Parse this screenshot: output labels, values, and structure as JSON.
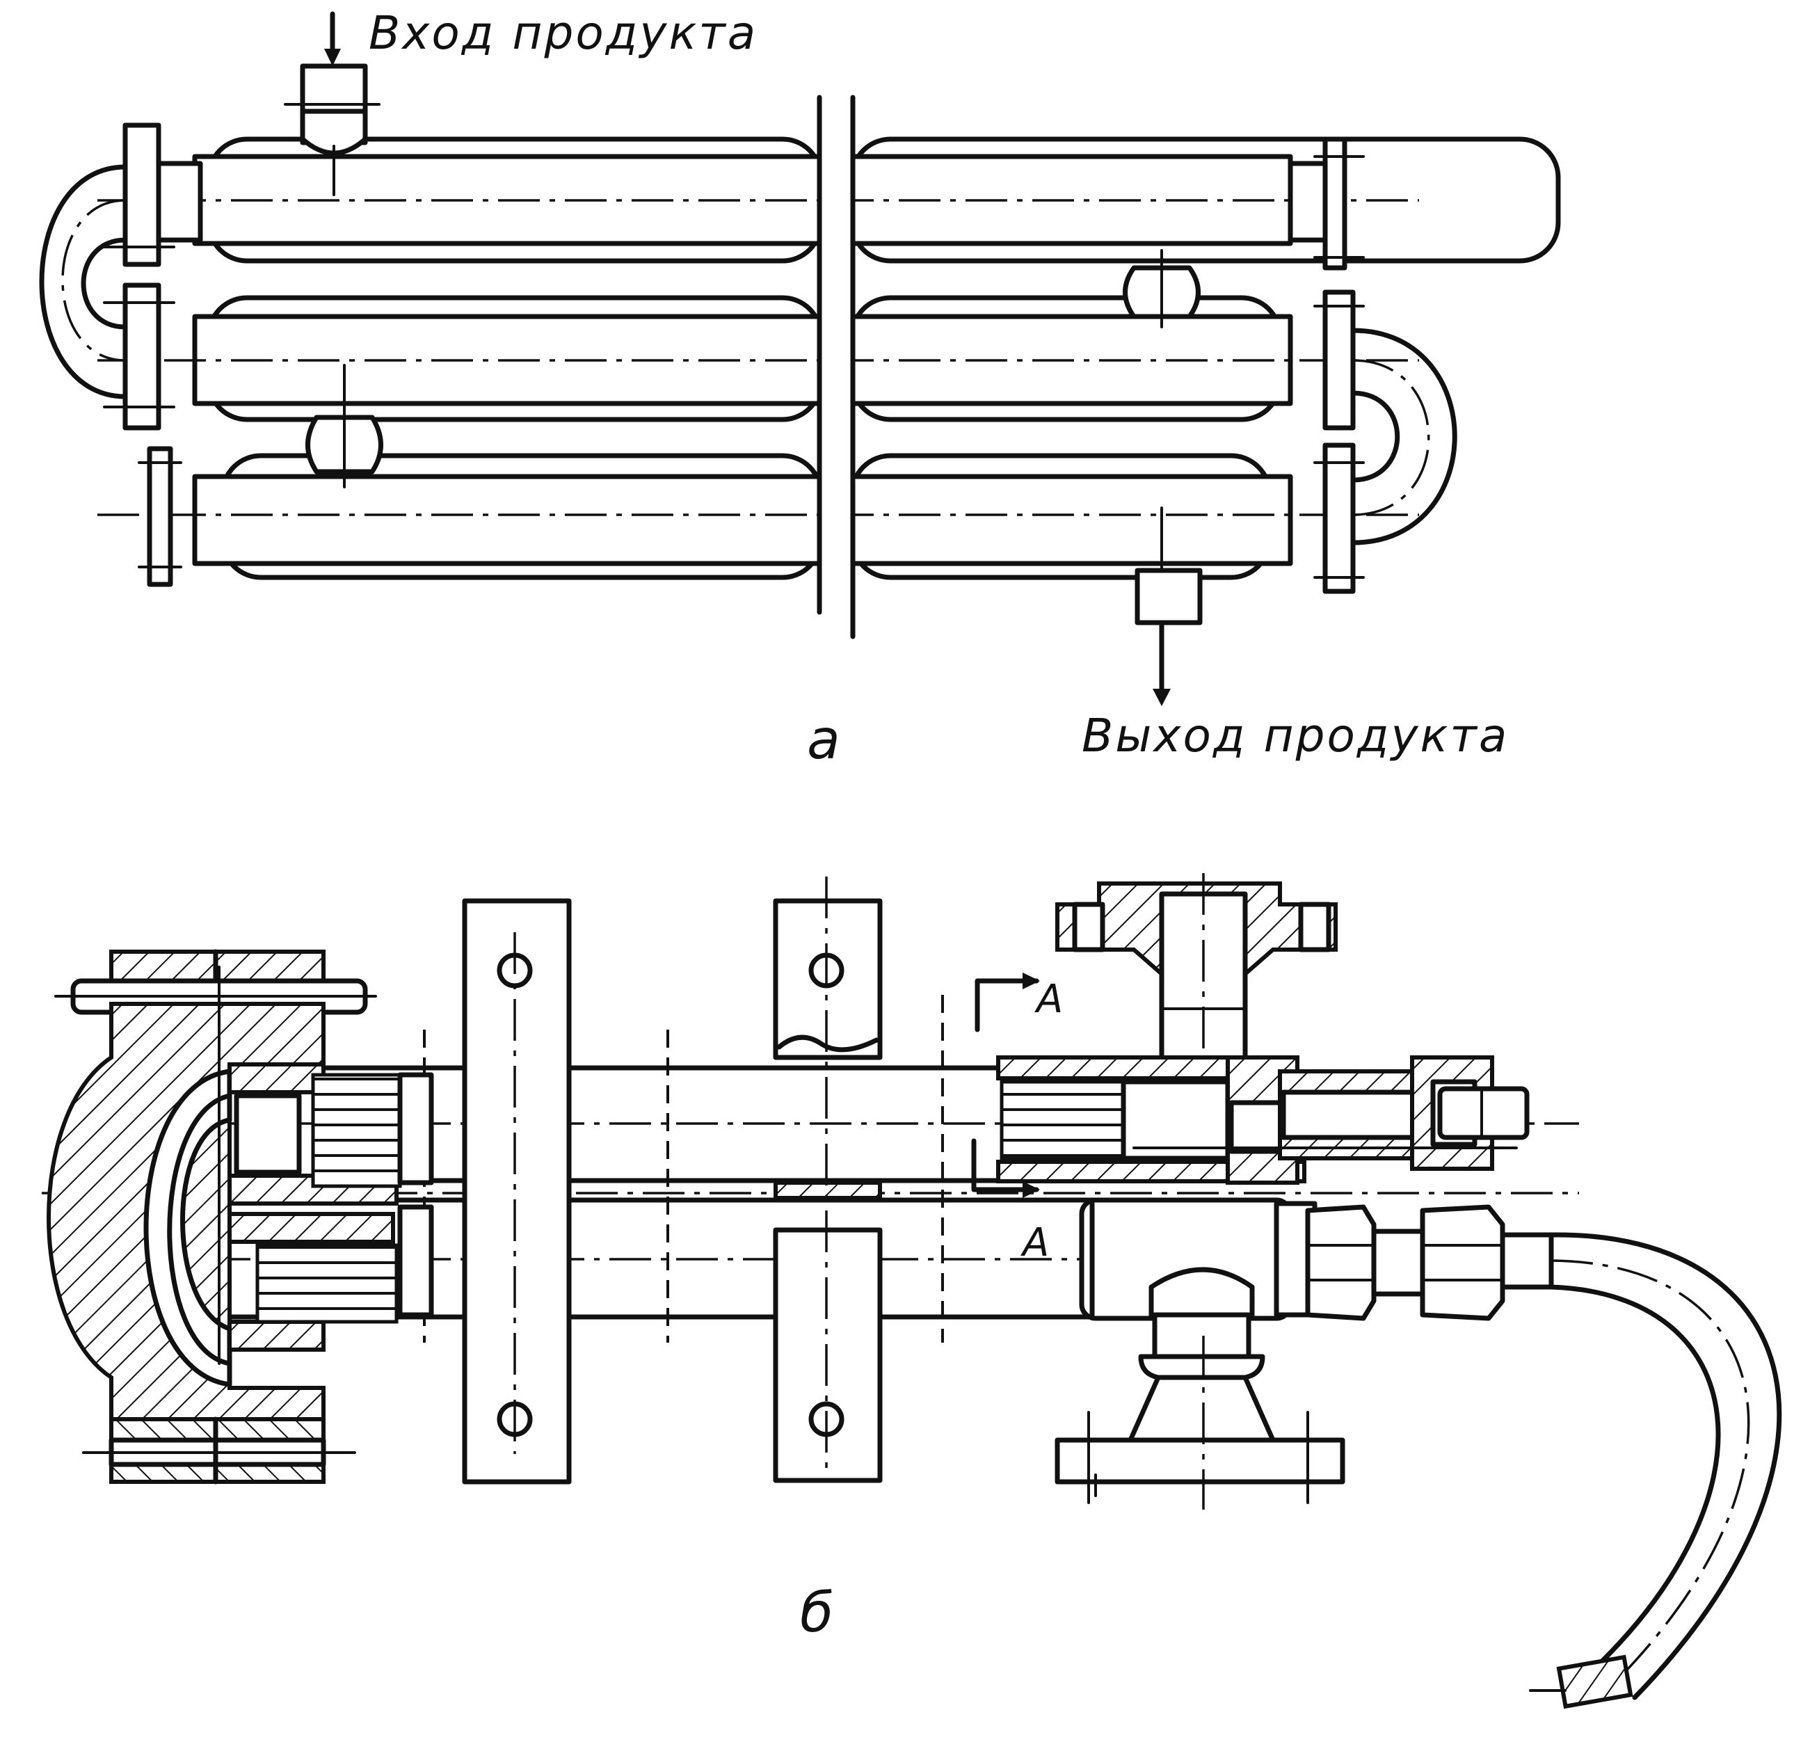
{
  "labels": {
    "inlet": "Вход продукта",
    "outlet": "Выход продукта",
    "figure_a": "а",
    "figure_b": "б",
    "section_top": "А",
    "section_bottom": "А"
  },
  "colors": {
    "ink": "#111111",
    "paper": "#ffffff"
  }
}
